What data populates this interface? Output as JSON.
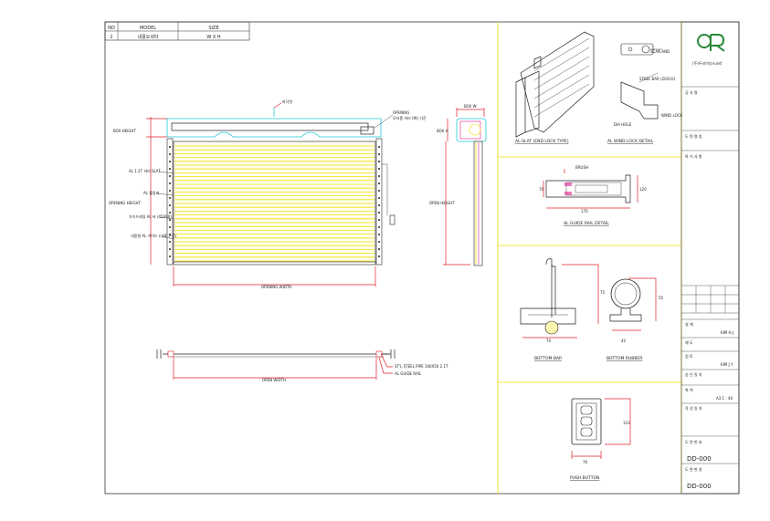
{
  "model_table": {
    "headers": [
      "NO",
      "MODEL",
      "SIZE"
    ],
    "rows": [
      [
        "1",
        "내풍오셔터",
        "W X H"
      ]
    ]
  },
  "elevation": {
    "callout_top": "바닥면",
    "callout_opening": "OPENING",
    "callout_motor": "모터홈 셔터 (W) 기준",
    "box_height": "BOX HEIGHT",
    "opening_height": "OPENING HEIGHT",
    "slat_label_1": "AL 1.2T 셔터 SLAT",
    "slat_label_2": "AL 롤링바",
    "slat_label_3": "가이드레일 AL 바 (45X90)",
    "slat_label_4": "내풍형 AL 가이드 (내풍 구간)",
    "opening_width": "OPENING WIDTH"
  },
  "section": {
    "box_w": "BOX W",
    "box_h": "BOX H",
    "opening_height": "OPEN HEIGHT"
  },
  "plan": {
    "opening_width": "OPEN WIDTH",
    "steel_pipe": "ST'L STEEL PIPE 100X50 2.1T",
    "guide_rail": "AL GUIDE RAIL"
  },
  "details": {
    "slat_title": "AL-SLAT (END LOCK TYPE)",
    "wind_title": "AL WIND LOCK DETAIL",
    "wind_label_1": "SCAN AND",
    "wind_label_2": "STEEL BAR (20X10)",
    "wind_label_3": "DIA HOLE",
    "wind_label_4": "WIND LOCK",
    "rail_title": "AL GUIDE RAIL DETAIL",
    "rail_brush": "BRUSH",
    "rail_dim_h": "120",
    "rail_dim_w": "170",
    "rail_dim_l": "70",
    "bottom_bar_title": "BOTTOM BAR",
    "bottom_bar_h": "75",
    "bottom_bar_w": "70",
    "bottom_rubber_title": "BOTTOM RUBBER",
    "bottom_rubber_h": "55",
    "bottom_rubber_w": "42",
    "push_button_title": "PUSH BUTTON",
    "push_button_h": "110",
    "push_button_w": "70"
  },
  "title_block": {
    "company": "(주)두리이다스코리",
    "field_1": "공 사 명",
    "field_2": "도 면 명 칭",
    "field_3": "특 기 사 항",
    "designed_label": "설  계",
    "designed_value": "KIM H.J",
    "drawn_label": "제  도",
    "checked_label": "검  토",
    "checked_value": "KIM J.Y",
    "approved_label": "승 인 일 자",
    "scale_label": "축  척",
    "scale_value": "A3  1 : 40",
    "date_label": "작 성 일 자",
    "drawing_no_label": "도 면 번 호",
    "drawing_no_value": "DD-000",
    "sheet_no_label": "도 면 변 경",
    "sheet_no_value": "DD-000"
  }
}
